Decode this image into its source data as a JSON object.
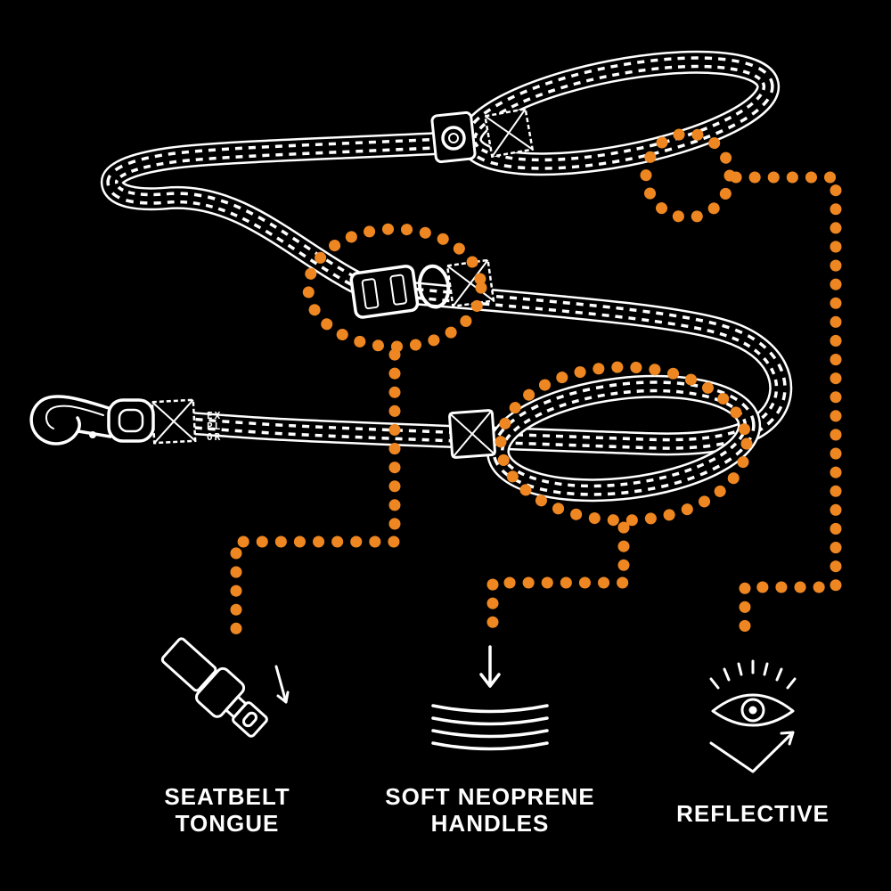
{
  "colors": {
    "background": "#000000",
    "line": "#ffffff",
    "accent": "#EE8722"
  },
  "diagram": {
    "strap_label": {
      "line1": "EX",
      "line2": "PL",
      "line3": "OR"
    },
    "features": [
      {
        "id": "seatbelt-tongue",
        "icon": "seatbelt-tongue-icon",
        "label_line1": "SEATBELT",
        "label_line2": "TONGUE"
      },
      {
        "id": "soft-neoprene-handles",
        "icon": "soft-neoprene-handles-icon",
        "label_line1": "SOFT NEOPRENE",
        "label_line2": "HANDLES"
      },
      {
        "id": "reflective",
        "icon": "reflective-eye-icon",
        "label_line1": "REFLECTIVE",
        "label_line2": ""
      }
    ]
  }
}
